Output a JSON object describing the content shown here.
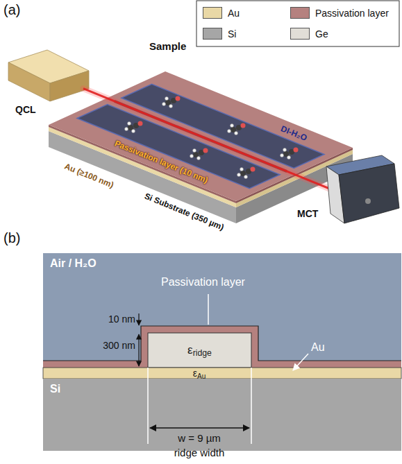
{
  "diagram": {
    "nodes": [
      {
        "text": [
          "Air / H₂O"
        ]
      },
      {
        "text": [
          "εridge"
        ],
        "in": 0
      },
      {
        "text": [
          "Si"
        ]
      }
    ],
    "labels": [
      "(a)",
      "QCL",
      "Sample",
      "DI-H₂O",
      "Passivation layer (10 nm)",
      "Au (≥100 nm)",
      "Si Substrate (350 µm)",
      "MCT",
      "(b)",
      "Passivation layer",
      "10 nm",
      "300 nm",
      "εAu",
      "Au",
      "w = 9 µm",
      "ridge width"
    ],
    "legend": [
      {
        "text": "Au",
        "color": "#e9d8a6"
      },
      {
        "text": "Passivation layer",
        "color": "#b5817f"
      },
      {
        "text": "Si",
        "color": "#a6a6a6"
      },
      {
        "text": "Ge",
        "color": "#e1ded7"
      }
    ]
  }
}
